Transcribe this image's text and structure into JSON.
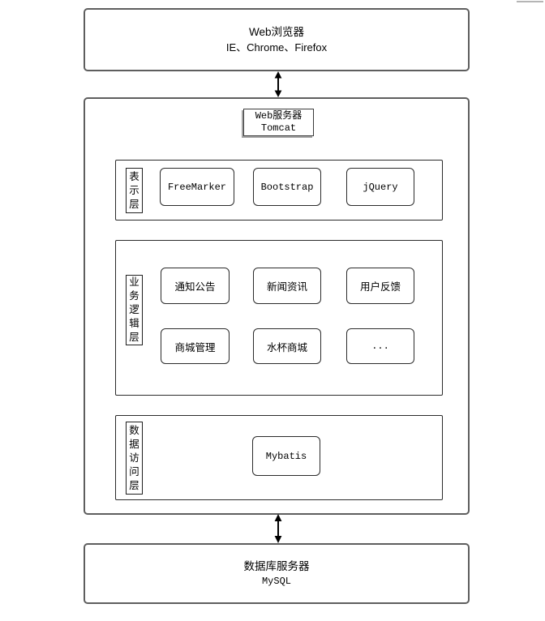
{
  "browser": {
    "title": "Web浏览器",
    "subtitle": "IE、Chrome、Firefox"
  },
  "server": {
    "name": "Web服务器",
    "product": "Tomcat"
  },
  "layers": [
    {
      "name": "表示层",
      "components": [
        "FreeMarker",
        "Bootstrap",
        "jQuery"
      ]
    },
    {
      "name": "业务逻辑层",
      "components": [
        "通知公告",
        "新闻资讯",
        "用户反馈",
        "商城管理",
        "水杯商城",
        "..."
      ]
    },
    {
      "name": "数据访问层",
      "components": [
        "Mybatis"
      ]
    }
  ],
  "database": {
    "title": "数据库服务器",
    "subtitle": "MySQL"
  },
  "colors": {
    "background": "#ffffff",
    "border_outer": "#5e5e5e",
    "border_inner": "#2b2b2b",
    "arrow": "#000000",
    "artifact": "#b5b5b5"
  }
}
